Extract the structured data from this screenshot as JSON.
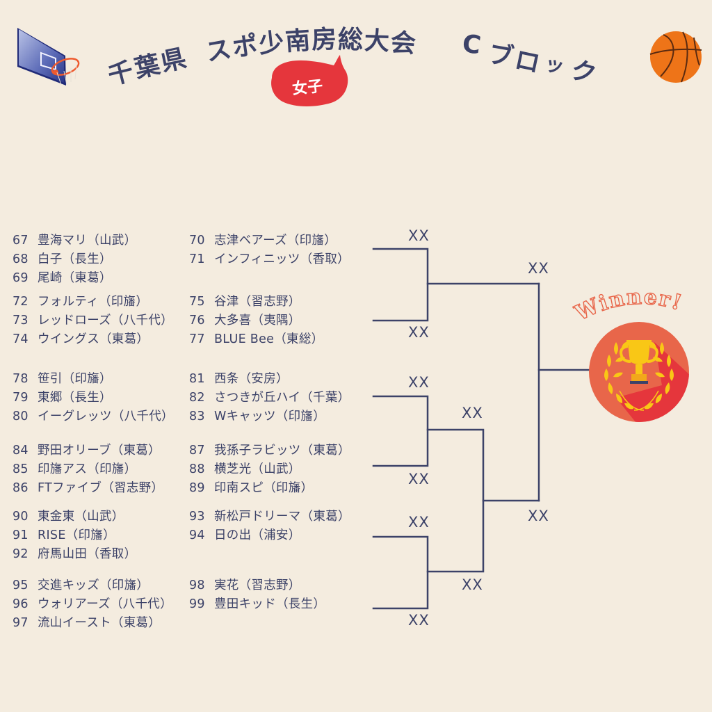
{
  "header": {
    "title_chars": [
      "千",
      "葉",
      "県",
      " ",
      "ス",
      "ポ",
      "少",
      "南",
      "房",
      "総",
      "大",
      "会",
      " ",
      "C",
      "ブ",
      "ロ",
      "ッ",
      "ク"
    ],
    "title": "千葉県 スポ少南房総大会 Cブロック",
    "badge": "女子",
    "badge_color": "#e5363c",
    "text_color": "#3c4268",
    "icons": [
      "basketball-hoop-icon",
      "basketball-icon"
    ]
  },
  "groups": [
    {
      "left": [
        {
          "num": "67",
          "name": "豊海マリ（山武）"
        },
        {
          "num": "68",
          "name": "白子（長生）"
        },
        {
          "num": "69",
          "name": "尾崎（東葛）"
        }
      ],
      "right": [
        {
          "num": "70",
          "name": "志津ベアーズ（印旛）"
        },
        {
          "num": "71",
          "name": "インフィニッツ（香取）"
        }
      ]
    },
    {
      "left": [
        {
          "num": "72",
          "name": "フォルティ（印旛）"
        },
        {
          "num": "73",
          "name": "レッドローズ（八千代）"
        },
        {
          "num": "74",
          "name": "ウイングス（東葛）"
        }
      ],
      "right": [
        {
          "num": "75",
          "name": "谷津（習志野）"
        },
        {
          "num": "76",
          "name": "大多喜（夷隅）"
        },
        {
          "num": "77",
          "name": "BLUE Bee（東総）"
        }
      ]
    },
    {
      "left": [
        {
          "num": "78",
          "name": "笹引（印旛）"
        },
        {
          "num": "79",
          "name": "東郷（長生）"
        },
        {
          "num": "80",
          "name": "イーグレッツ（八千代）"
        }
      ],
      "right": [
        {
          "num": "81",
          "name": "西条（安房）"
        },
        {
          "num": "82",
          "name": "さつきが丘ハイ（千葉）"
        },
        {
          "num": "83",
          "name": "Wキャッツ（印旛）"
        }
      ]
    },
    {
      "left": [
        {
          "num": "84",
          "name": "野田オリーブ（東葛）"
        },
        {
          "num": "85",
          "name": "印旛アス（印旛）"
        },
        {
          "num": "86",
          "name": "FTファイブ（習志野）"
        }
      ],
      "right": [
        {
          "num": "87",
          "name": "我孫子ラビッツ（東葛）"
        },
        {
          "num": "88",
          "name": "横芝光（山武）"
        },
        {
          "num": "89",
          "name": "印南スピ（印旛）"
        }
      ]
    },
    {
      "left": [
        {
          "num": "90",
          "name": "東金東（山武）"
        },
        {
          "num": "91",
          "name": "RISE（印旛）"
        },
        {
          "num": "92",
          "name": "府馬山田（香取）"
        }
      ],
      "right": [
        {
          "num": "93",
          "name": "新松戸ドリーマ（東葛）"
        },
        {
          "num": "94",
          "name": "日の出（浦安）"
        }
      ]
    },
    {
      "left": [
        {
          "num": "95",
          "name": "交進キッズ（印旛）"
        },
        {
          "num": "96",
          "name": "ウォリアーズ（八千代）"
        },
        {
          "num": "97",
          "name": "流山イースト（東葛）"
        }
      ],
      "right": [
        {
          "num": "98",
          "name": "実花（習志野）"
        },
        {
          "num": "99",
          "name": "豊田キッド（長生）"
        }
      ]
    }
  ],
  "bracket": {
    "line_color": "#3c4268",
    "round1": [
      "XX",
      "XX",
      "XX",
      "XX",
      "XX",
      "XX"
    ],
    "round2": [
      "XX",
      "XX"
    ],
    "final": [
      "XX",
      "XX"
    ]
  },
  "winner": {
    "label": "Winner!",
    "label_color": "#e8664a",
    "circle_color": "#e8664a",
    "shadow_color": "#e5363c",
    "trophy_color": "#f9c716"
  }
}
